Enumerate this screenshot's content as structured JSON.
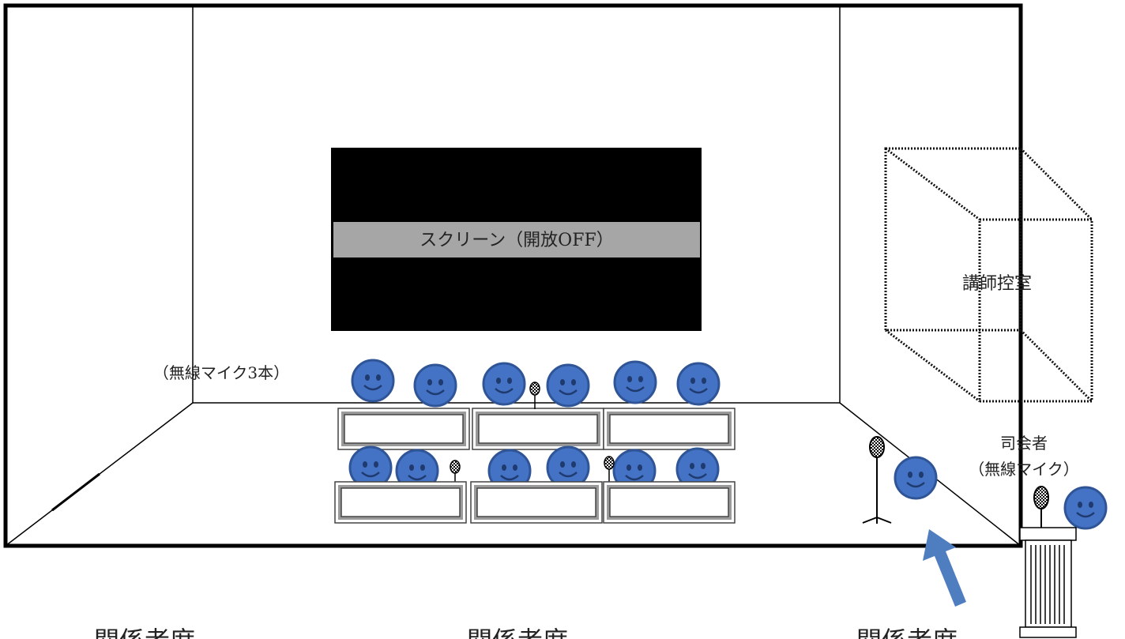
{
  "screen": {
    "label": "スクリーン（開放OFF）"
  },
  "instructor_room": {
    "label": "講師控室"
  },
  "panel_mic_note": "（無線マイク3本）",
  "mc": {
    "title": "司会者",
    "note": "（無線マイク）"
  },
  "bottom_labels": [
    "関係者席",
    "関係者席",
    "関係者席"
  ],
  "colors": {
    "person_fill": "#4472c4",
    "person_stroke": "#2f5597",
    "arrow": "#4f7ec0",
    "screen_bg": "#000000",
    "screen_band": "#a6a6a6"
  }
}
